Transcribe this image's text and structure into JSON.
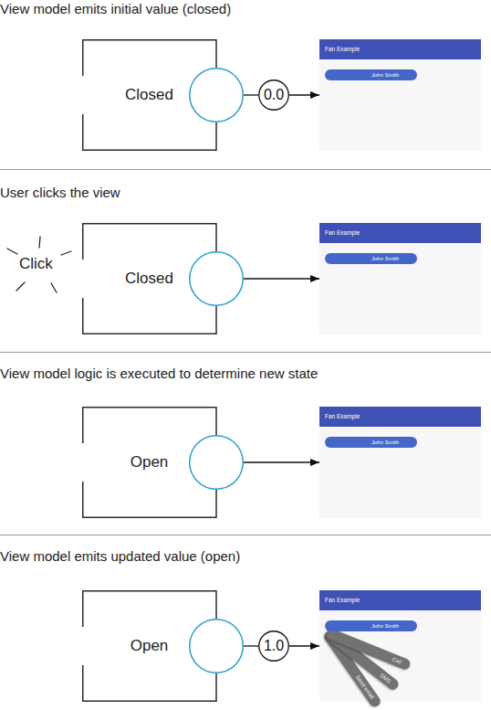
{
  "diagram": {
    "nodes": [
      {
        "text": [
          "Closed"
        ]
      },
      {
        "text": [
          "0.0"
        ]
      },
      {
        "text": [
          "Fan Example",
          "John Smith"
        ]
      },
      {
        "text": [
          "Closed"
        ]
      },
      {
        "text": [
          "Fan Example",
          "John Smith"
        ]
      },
      {
        "text": [
          "Open"
        ]
      },
      {
        "text": [
          "Fan Example",
          "John Smith"
        ]
      },
      {
        "text": [
          "Open"
        ]
      },
      {
        "text": [
          "1.0"
        ]
      },
      {
        "text": [
          "Fan Example",
          "John Smith",
          "Call",
          "SMS",
          "Send email"
        ]
      }
    ],
    "edges": [
      {
        "from": 0,
        "to": 1,
        "arrow": "none"
      },
      {
        "from": 1,
        "to": 2,
        "arrow": "to"
      },
      {
        "from": 3,
        "to": 4,
        "arrow": "to"
      },
      {
        "from": 5,
        "to": 6,
        "arrow": "to"
      },
      {
        "from": 7,
        "to": 8,
        "arrow": "none"
      },
      {
        "from": 8,
        "to": 9,
        "arrow": "to"
      }
    ],
    "labels": [
      "View model emits initial value (closed)",
      "User clicks the view",
      "Click",
      "View model logic is executed to determine new state",
      "View model emits updated value (open)"
    ]
  }
}
